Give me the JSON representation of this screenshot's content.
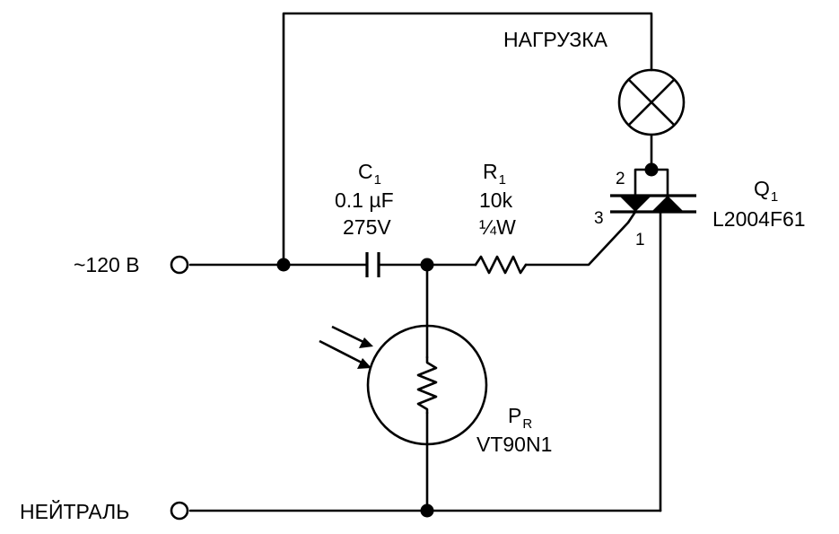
{
  "inputs": {
    "line": "~120 В",
    "neutral": "НЕЙТРАЛЬ"
  },
  "load": {
    "label": "НАГРУЗКА"
  },
  "capacitor": {
    "ref": "C",
    "ref_sub": "1",
    "value": "0.1 µF",
    "voltage": "275V"
  },
  "resistor": {
    "ref": "R",
    "ref_sub": "1",
    "value": "10k",
    "power": "¼W"
  },
  "photoresistor": {
    "ref": "P",
    "ref_sub": "R",
    "part": "VT90N1"
  },
  "triac": {
    "ref": "Q",
    "ref_sub": "1",
    "part": "L2004F61",
    "pin_mt2": "2",
    "pin_gate": "3",
    "pin_mt1": "1"
  },
  "colors": {
    "ink": "#000000",
    "background": "#ffffff"
  }
}
